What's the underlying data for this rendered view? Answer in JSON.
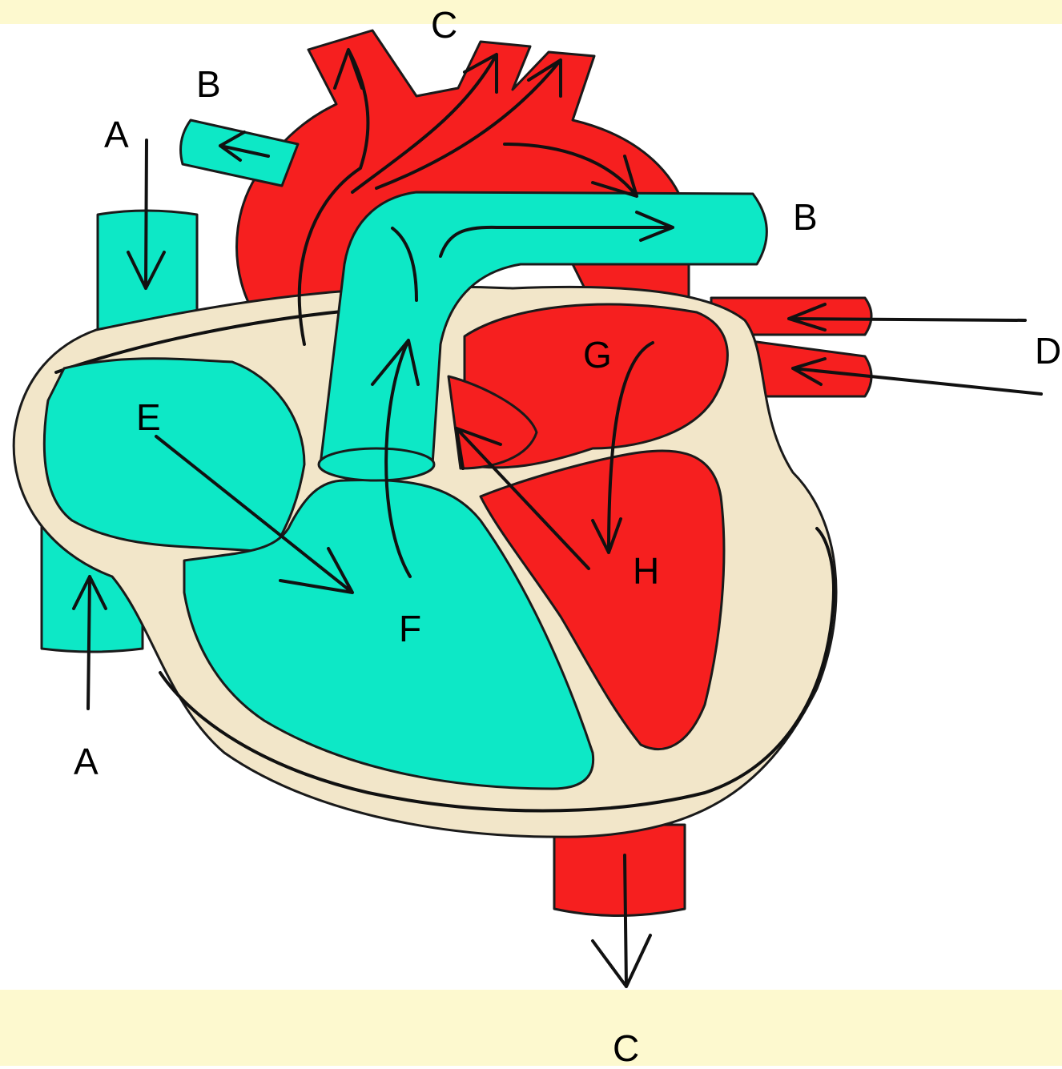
{
  "colors": {
    "band": "#fdf9cf",
    "deoxygenated": "#0de8c6",
    "oxygenated": "#f61f1f",
    "wall": "#f2e6c9"
  },
  "labels": {
    "a_top": "A",
    "a_bottom": "A",
    "b_left": "B",
    "b_right": "B",
    "c_top": "C",
    "c_bottom": "C",
    "d": "D",
    "e": "E",
    "f": "F",
    "g": "G",
    "h": "H"
  }
}
